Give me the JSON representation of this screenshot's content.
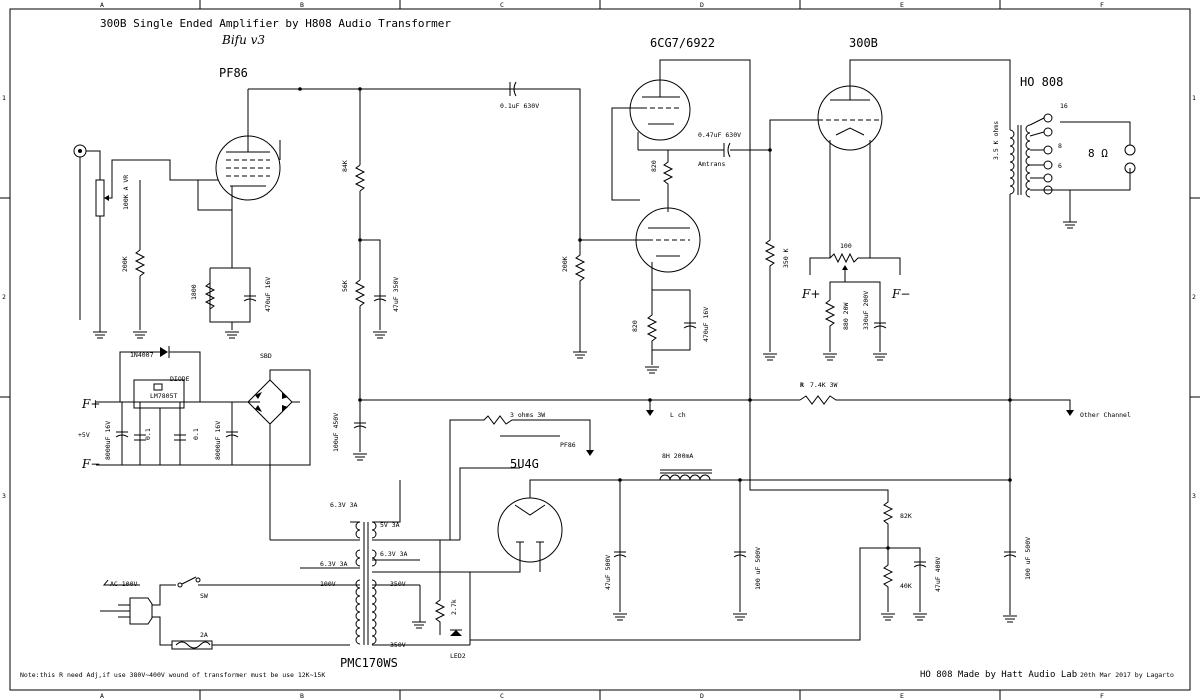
{
  "title": "300B Single Ended Amplifier by H808 Audio Transformer",
  "version": "Bifu v3",
  "grid": {
    "columns": [
      "A",
      "B",
      "C",
      "D",
      "E",
      "F"
    ],
    "rows": [
      "1",
      "2",
      "3"
    ]
  },
  "tubes": {
    "pf86": "PF86",
    "driver": "6CG7/6922",
    "output": "300B",
    "rectifier": "5U4G"
  },
  "output_transformer": {
    "name": "HO 808",
    "primary": "3.5 K ohms",
    "taps": [
      "16",
      "8",
      "6"
    ],
    "load": "8 Ω"
  },
  "power_transformer": {
    "name": "PMC170WS",
    "taps": [
      "6.3V 3A",
      "5V 3A",
      "6.3V 3A",
      "6.3V 3A",
      "100V",
      "350V",
      "350V"
    ]
  },
  "components": {
    "vr": "100K A VR",
    "r_grid": "200K",
    "r_1800": "1800",
    "c_470a": "470uF 16V",
    "r_84k": "84K",
    "r_56k": "56K",
    "c_47_350": "47uF 350V",
    "c_coupling1": "0.1uF 630V",
    "r_200k_b": "200K",
    "r_820a": "820",
    "r_820b": "820",
    "c_470b": "470uF 16V",
    "c_coupling2": "0.47uF 630V",
    "amtrans": "Amtrans",
    "r_350k": "350 K",
    "trim_100": "100",
    "r_880": "880 20W",
    "c_330": "330uF 200V",
    "r_main": "R",
    "r_main_val": "7.4K 3W",
    "c_100_450": "100uF 450V",
    "r_3ohm": "3 ohms 3W",
    "choke": "8H 200mA",
    "c_47_500": "47uF 500V",
    "c_100_500a": "100 uF 500V",
    "r_82k": "82K",
    "r_40k": "40K",
    "c_47_400": "47uF 400V",
    "c_100_500b": "100 uF 500V",
    "r_27k": "2.7k",
    "led": "LED2",
    "diode": "1N4007",
    "diode_lbl": "DIODE",
    "reg": "LM7805T",
    "bridge": "SBD",
    "c_8000a": "8000uF 16V",
    "c_01a": "0.1",
    "c_01b": "0.1",
    "c_8000b": "8000uF 16V",
    "plus5": "+5V",
    "fplus": "F+",
    "fminus": "F−"
  },
  "labels": {
    "lch": "L ch",
    "other": "Other Channel",
    "pf86_tap": "PF86",
    "ac": "AC 100V",
    "sw": "SW",
    "fuse": "2A",
    "note": "Note:this R need Adj,if use 380V~400V wound of transformer must be use 12K~15K",
    "credit": "HO 808 Made by Hatt Audio Lab",
    "date": "20th Mar 2017 by Lagarto"
  }
}
